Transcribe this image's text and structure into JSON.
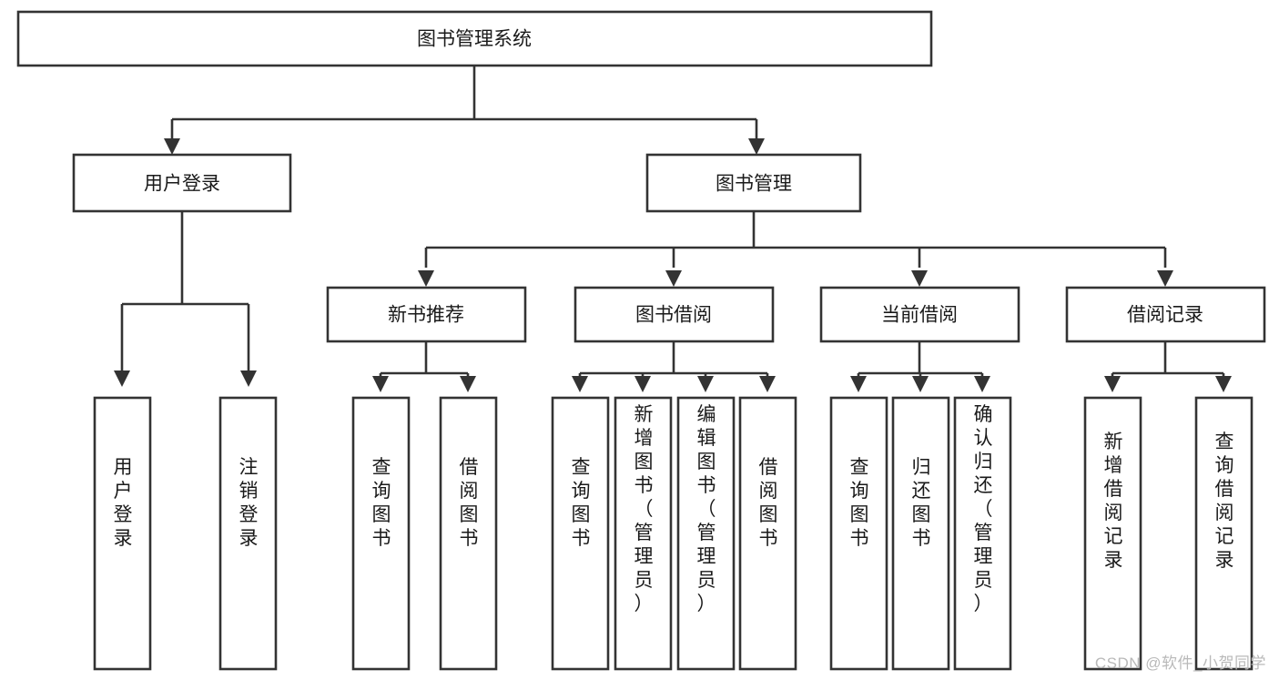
{
  "diagram": {
    "type": "tree-hierarchy-chart",
    "title": "图书管理系统",
    "orientation": "top-down",
    "watermark": "CSDN @软件_小贺同学",
    "colors": {
      "stroke": "#333333",
      "fill": "#ffffff",
      "text": "#1a1a1a",
      "watermark": "#b9b9b9",
      "background": "#ffffff"
    },
    "levels": [
      {
        "level": 1,
        "nodes": [
          {
            "id": "root",
            "label": "图书管理系统",
            "orientation": "horizontal"
          }
        ]
      },
      {
        "level": 2,
        "nodes": [
          {
            "id": "login",
            "label": "用户登录",
            "orientation": "horizontal",
            "parent": "root"
          },
          {
            "id": "book-mgmt",
            "label": "图书管理",
            "orientation": "horizontal",
            "parent": "root"
          }
        ]
      },
      {
        "level": 3,
        "nodes": [
          {
            "id": "new-book-rec",
            "label": "新书推荐",
            "orientation": "horizontal",
            "parent": "book-mgmt"
          },
          {
            "id": "book-borrow",
            "label": "图书借阅",
            "orientation": "horizontal",
            "parent": "book-mgmt"
          },
          {
            "id": "current-borrow",
            "label": "当前借阅",
            "orientation": "horizontal",
            "parent": "book-mgmt"
          },
          {
            "id": "borrow-record",
            "label": "借阅记录",
            "orientation": "horizontal",
            "parent": "book-mgmt"
          }
        ]
      },
      {
        "level": 4,
        "nodes": [
          {
            "id": "leaf-1",
            "label": "用户登录",
            "orientation": "vertical",
            "parent": "login"
          },
          {
            "id": "leaf-2",
            "label": "注销登录",
            "orientation": "vertical",
            "parent": "login"
          },
          {
            "id": "leaf-3",
            "label": "查询图书",
            "orientation": "vertical",
            "parent": "new-book-rec"
          },
          {
            "id": "leaf-4",
            "label": "借阅图书",
            "orientation": "vertical",
            "parent": "new-book-rec"
          },
          {
            "id": "leaf-5",
            "label": "查询图书",
            "orientation": "vertical",
            "parent": "book-borrow"
          },
          {
            "id": "leaf-6",
            "label": "新增图书（管理员）",
            "orientation": "vertical",
            "parent": "book-borrow"
          },
          {
            "id": "leaf-7",
            "label": "编辑图书（管理员）",
            "orientation": "vertical",
            "parent": "book-borrow"
          },
          {
            "id": "leaf-8",
            "label": "借阅图书",
            "orientation": "vertical",
            "parent": "book-borrow"
          },
          {
            "id": "leaf-9",
            "label": "查询图书",
            "orientation": "vertical",
            "parent": "current-borrow"
          },
          {
            "id": "leaf-10",
            "label": "归还图书",
            "orientation": "vertical",
            "parent": "current-borrow"
          },
          {
            "id": "leaf-11",
            "label": "确认归还（管理员）",
            "orientation": "vertical",
            "parent": "current-borrow"
          },
          {
            "id": "leaf-12",
            "label": "新增借阅记录",
            "orientation": "vertical",
            "parent": "borrow-record"
          },
          {
            "id": "leaf-13",
            "label": "查询借阅记录",
            "orientation": "vertical",
            "parent": "borrow-record"
          }
        ]
      }
    ]
  }
}
